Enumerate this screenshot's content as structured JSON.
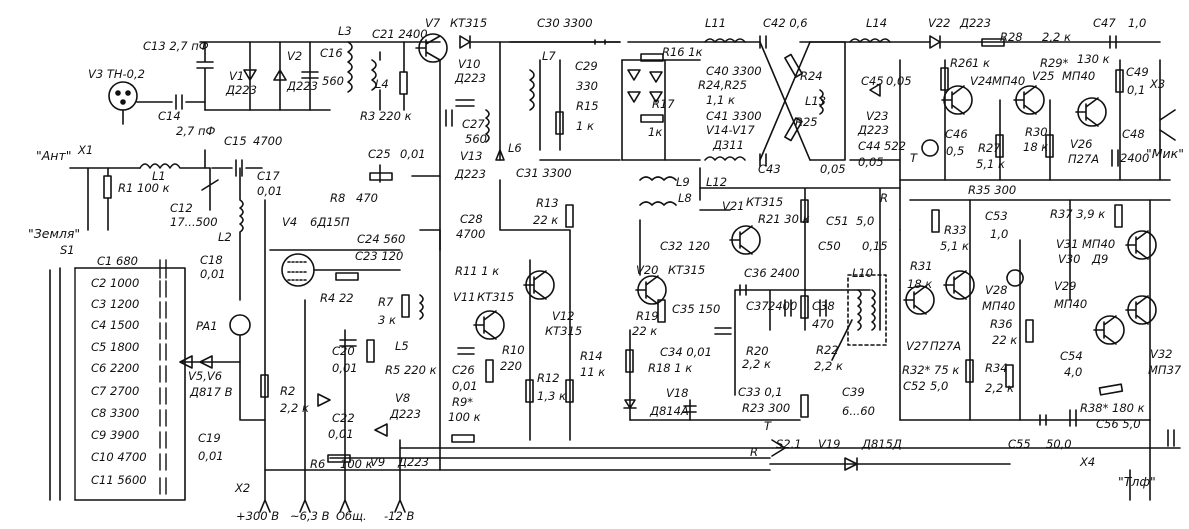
{
  "labels": {
    "v3": "V3  ТН-0,2",
    "c13": "C13  2,7 пФ",
    "v1": "V1",
    "d223_v1": "Д223",
    "v2": "V2",
    "d223_v2": "Д223",
    "c16": "C16",
    "c16v": "560",
    "l3": "L3",
    "l4": "L4",
    "r3": "R3  220 к",
    "c21": "C21  2400",
    "v7": "V7",
    "kt315_v7": "КТ315",
    "v10": "V10",
    "d223_v10": "Д223",
    "c30": "C30  3300",
    "l7": "L7",
    "c29": "C29",
    "c29v": "330",
    "r15": "R15",
    "r15v": "1 к",
    "l11": "L11",
    "c42": "C42  0,6",
    "r16": "R16  1к",
    "c40": "C40  3300",
    "r24r25": "R24,R25",
    "r24r25v": "1,1 к",
    "r17": "R17",
    "r17v": "1к",
    "c41": "C41  3300",
    "v14v17": "V14-V17",
    "d311": "Д311",
    "r24": "R24",
    "l13": "L13",
    "r25": "R25",
    "c43": "C43",
    "c43v": "0,05",
    "l12": "L12",
    "l9": "L9",
    "l14": "L14",
    "v22": "V22",
    "d223_v22": "Д223",
    "r28": "R28",
    "r28v": "2,2 к",
    "c47": "C47",
    "c47v": "1,0",
    "r26": "R26",
    "r26v": "1 к",
    "r29": "R29*",
    "r29v": "130 к",
    "c45": "C45",
    "c45v": "0,05",
    "v24": "V24",
    "mp40_v24": "МП40",
    "v25": "V25",
    "mp40_v25": "МП40",
    "c49": "C49",
    "c49v": "0,1",
    "x3": "X3",
    "v23": "V23",
    "d223_v23": "Д223",
    "c44": "C44",
    "c44v": "522",
    "c44b": "0,05",
    "c46": "C46",
    "c46v": "0,5",
    "r27": "R27",
    "r27v": "5,1 к",
    "r30": "R30",
    "r30v": "18 к",
    "v26": "V26",
    "p27a_v26": "П27А",
    "c48": "C48",
    "c48v": "2400",
    "mic": "\"Мик\"",
    "ant": "\"Ант\"",
    "x1": "X1",
    "c14": "C14",
    "c14v": "2,7 пФ",
    "c15": "C15",
    "c15v": "4700",
    "l1": "L1",
    "r1": "R1",
    "r1v": "100 к",
    "c12": "C12",
    "c12v": "17...500",
    "zemlya": "\"Земля\"",
    "s1": "S1",
    "c17": "C17",
    "c17v": "0,01",
    "l2": "L2",
    "c18": "C18",
    "c18v": "0,01",
    "pa1": "PA1",
    "v4": "V4",
    "v4t": "6Д15П",
    "r8": "R8",
    "r8v": "470",
    "c25": "C25",
    "c25v": "0,01",
    "c24": "C24  560",
    "c27": "C27",
    "c27v": "560",
    "v13": "V13",
    "d223_v13": "Д223",
    "l6": "L6",
    "c31": "C31  3300",
    "r13": "R13",
    "r13v": "22 к",
    "c28": "C28",
    "c28v": "4700",
    "l8": "L8",
    "v21": "V21",
    "kt315_v21": "КТ315",
    "r21": "R21  30 к",
    "c32": "C32",
    "c32v": "120",
    "c51": "C51",
    "c51v": "5,0",
    "c50": "C50",
    "c50v": "0,15",
    "r35": "R35  300",
    "c53": "C53",
    "c53v": "1,0",
    "r37": "R37  3,9 к",
    "r33": "R33",
    "r33v": "5,1 к",
    "v31": "V31",
    "mp40_v31": "МП40",
    "v30": "V30",
    "d9": "Д9",
    "c23": "C23  120",
    "r4": "R4  22",
    "r11": "R11  1 к",
    "v11": "V11",
    "kt315_v11": "КТ315",
    "v12": "V12",
    "kt315_v12": "КТ315",
    "v20": "V20",
    "kt315_v20": "КТ315",
    "c36": "C36  2400",
    "l10": "L10",
    "r31": "R31",
    "r31v": "18 к",
    "v28": "V28",
    "mp40_v28": "МП40",
    "v29": "V29",
    "mp40_v29": "МП40",
    "r7": "R7",
    "r7v": "3 к",
    "l5": "L5",
    "r5": "R5  220 к",
    "r10": "R10",
    "r10v": "220",
    "r19": "R19",
    "r19v": "22 к",
    "c35": "C35  150",
    "c37": "C37",
    "c37v": "2400",
    "c38": "C38",
    "c38v": "470",
    "v27": "V27",
    "p27a_v27": "П27А",
    "r36": "R36",
    "r36v": "22 к",
    "c1": "C1  680",
    "c2": "C2  1000",
    "c3": "C3  1200",
    "c4": "C4  1500",
    "c5": "C5  1800",
    "c6": "C6  2200",
    "c7": "C7  2700",
    "c8": "C8  3300",
    "c9": "C9  3900",
    "c10": "C10  4700",
    "c11": "C11  5600",
    "v5v6": "V5,V6",
    "d817v": "Д817 В",
    "r2": "R2",
    "r2v": "2,2 к",
    "c19": "C19",
    "c19v": "0,01",
    "x2": "X2",
    "c20": "C20",
    "c20v": "0,01",
    "c22": "C22",
    "c22v": "0,01",
    "r6": "R6",
    "r6v": "100 к",
    "v8": "V8",
    "d223_v8": "Д223",
    "r9": "R9*",
    "r9v": "100 к",
    "v9": "V9",
    "d223_v9": "Д223",
    "c26": "C26",
    "c26v": "0,01",
    "r12": "R12",
    "r12v": "1,3 к",
    "r14": "R14",
    "r14v": "11 к",
    "r18": "R18  1 к",
    "c34": "C34  0,01",
    "r20": "R20",
    "r20v": "2,2 к",
    "r22": "R22",
    "r22v": "2,2 к",
    "v18": "V18",
    "d814a": "Д814А",
    "c33": "C33  0,1",
    "r23": "R23  300",
    "c39": "C39",
    "c39v": "6...60",
    "r32": "R32*  75 к",
    "c52": "C52",
    "c52v": "5,0",
    "r34": "R34",
    "r34v": "2,2 к",
    "c54": "C54",
    "c54v": "4,0",
    "v32": "V32",
    "mp37": "МП37",
    "r38": "R38*  180 к",
    "c56": "C56  5,0",
    "t_sw": "T",
    "r_sw": "R",
    "s2": "S2.1",
    "v19": "V19",
    "d815d": "Д815Д",
    "c55": "C55",
    "c55v": "50,0",
    "x4": "X4",
    "tlf": "\"Тлф\"",
    "p300": "+300 В",
    "p63": "~6,3 В",
    "obsh": "Общ.",
    "m12": "-12 В",
    "t_c46": "T",
    "r_c51": "R"
  }
}
